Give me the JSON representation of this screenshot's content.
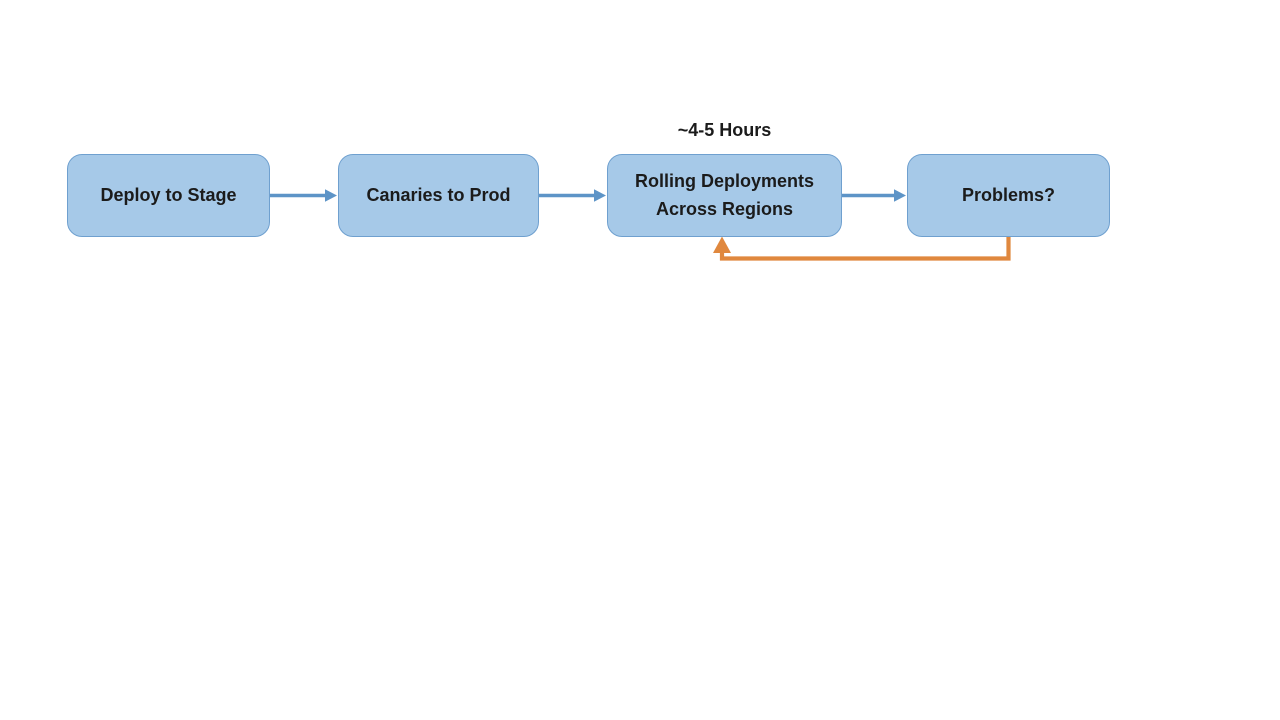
{
  "colors": {
    "node_fill": "#A6C9E8",
    "node_border": "#6FA0CF",
    "forward_arrow": "#5D94C7",
    "feedback_arrow": "#E0883E",
    "text": "#1B1B1B",
    "background": "#FFFFFF"
  },
  "diagram": {
    "timing_label": "~4-5 Hours",
    "nodes": [
      {
        "id": "deploy-to-stage",
        "label": "Deploy to Stage"
      },
      {
        "id": "canaries-to-prod",
        "label": "Canaries to Prod"
      },
      {
        "id": "rolling-deployments-across-regions",
        "label": "Rolling Deployments Across Regions"
      },
      {
        "id": "problems",
        "label": "Problems?"
      }
    ],
    "edges": [
      {
        "from": "deploy-to-stage",
        "to": "canaries-to-prod",
        "type": "forward"
      },
      {
        "from": "canaries-to-prod",
        "to": "rolling-deployments-across-regions",
        "type": "forward"
      },
      {
        "from": "rolling-deployments-across-regions",
        "to": "problems",
        "type": "forward"
      },
      {
        "from": "problems",
        "to": "rolling-deployments-across-regions",
        "type": "feedback-loop"
      }
    ]
  }
}
